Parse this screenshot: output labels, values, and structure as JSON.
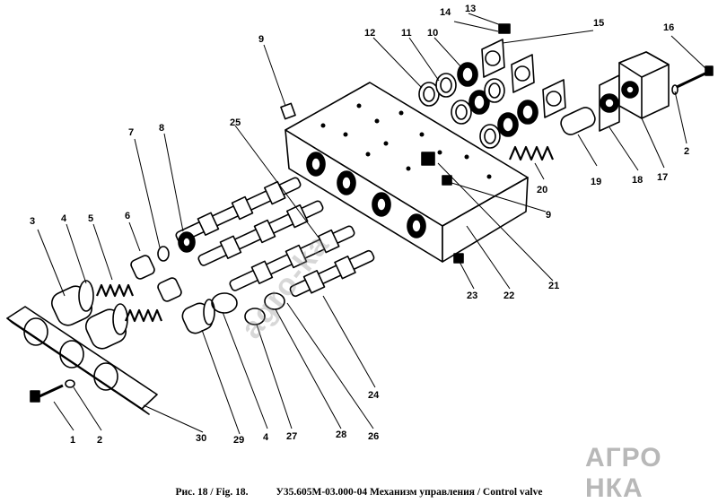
{
  "caption": {
    "fig": "Рис. 18 / Fig. 18.",
    "title": "У35.605М-03.000-04 Механизм управления / Control valve"
  },
  "watermark": "agro-ka",
  "logo": "АГРО НКА",
  "callouts": [
    "1",
    "2",
    "2",
    "3",
    "4",
    "4",
    "5",
    "6",
    "7",
    "8",
    "9",
    "9",
    "10",
    "11",
    "12",
    "13",
    "14",
    "15",
    "16",
    "17",
    "18",
    "19",
    "20",
    "21",
    "22",
    "23",
    "24",
    "25",
    "26",
    "27",
    "28",
    "29",
    "30"
  ]
}
